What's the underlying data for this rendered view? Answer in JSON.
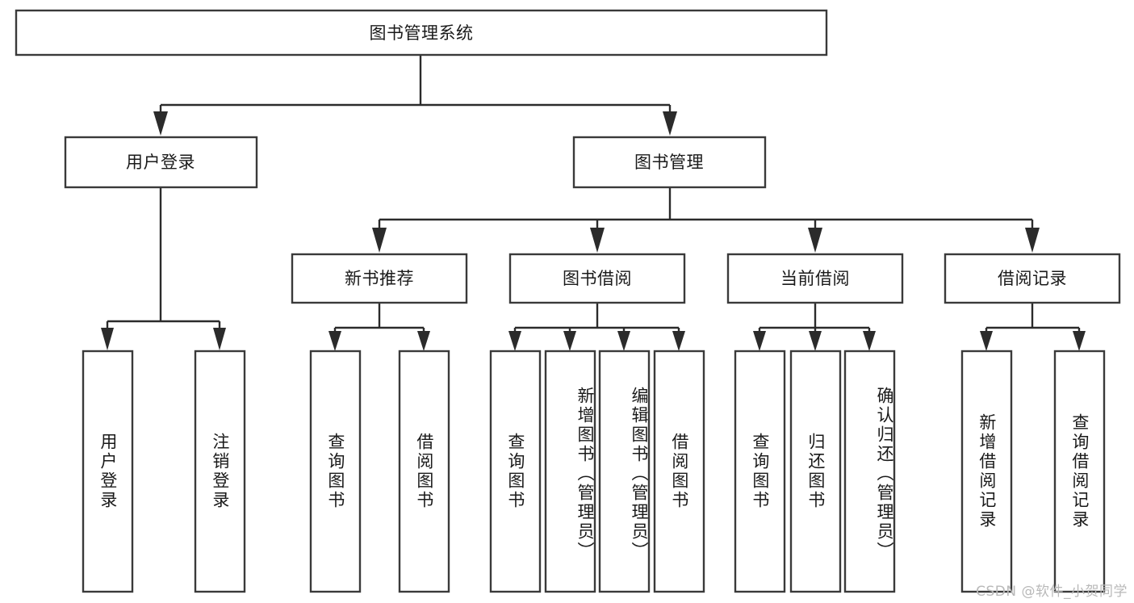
{
  "diagram": {
    "type": "tree-hierarchy",
    "title": "图书管理系统",
    "root": {
      "id": "root",
      "label": "图书管理系统",
      "orientation": "horizontal"
    },
    "level2": [
      {
        "id": "user-login",
        "label": "用户登录",
        "orientation": "horizontal"
      },
      {
        "id": "book-manage",
        "label": "图书管理",
        "orientation": "horizontal"
      }
    ],
    "level3": [
      {
        "id": "new-book-rec",
        "label": "新书推荐",
        "orientation": "horizontal"
      },
      {
        "id": "book-borrow",
        "label": "图书借阅",
        "orientation": "horizontal"
      },
      {
        "id": "current-borrow",
        "label": "当前借阅",
        "orientation": "horizontal"
      },
      {
        "id": "borrow-record",
        "label": "借阅记录",
        "orientation": "horizontal"
      }
    ],
    "leaves": [
      {
        "id": "leaf-user-login",
        "parent": "user-login",
        "label": "用户登录",
        "orientation": "vertical"
      },
      {
        "id": "leaf-user-logout",
        "parent": "user-login",
        "label": "注销登录",
        "orientation": "vertical"
      },
      {
        "id": "leaf-query-book-1",
        "parent": "new-book-rec",
        "label": "查询图书",
        "orientation": "vertical"
      },
      {
        "id": "leaf-borrow-book-1",
        "parent": "new-book-rec",
        "label": "借阅图书",
        "orientation": "vertical"
      },
      {
        "id": "leaf-query-book-2",
        "parent": "book-borrow",
        "label": "查询图书",
        "orientation": "vertical"
      },
      {
        "id": "leaf-add-book",
        "parent": "book-borrow",
        "label": "新增图书（管理员）",
        "orientation": "vertical"
      },
      {
        "id": "leaf-edit-book",
        "parent": "book-borrow",
        "label": "编辑图书（管理员）",
        "orientation": "vertical"
      },
      {
        "id": "leaf-borrow-book-2",
        "parent": "book-borrow",
        "label": "借阅图书",
        "orientation": "vertical"
      },
      {
        "id": "leaf-query-book-3",
        "parent": "current-borrow",
        "label": "查询图书",
        "orientation": "vertical"
      },
      {
        "id": "leaf-return-book",
        "parent": "current-borrow",
        "label": "归还图书",
        "orientation": "vertical"
      },
      {
        "id": "leaf-confirm-return",
        "parent": "current-borrow",
        "label": "确认归还（管理员）",
        "orientation": "vertical"
      },
      {
        "id": "leaf-add-record",
        "parent": "borrow-record",
        "label": "新增借阅记录",
        "orientation": "vertical"
      },
      {
        "id": "leaf-query-record",
        "parent": "borrow-record",
        "label": "查询借阅记录",
        "orientation": "vertical"
      }
    ],
    "colors": {
      "background": "#ffffff",
      "box_fill": "#ffffff",
      "box_stroke": "#3a3a3a",
      "connector": "#2b2b2b",
      "text": "#1a1a1a",
      "watermark": "#b9b9b9"
    }
  },
  "watermark": {
    "text": "CSDN @软件_小贺同学"
  }
}
